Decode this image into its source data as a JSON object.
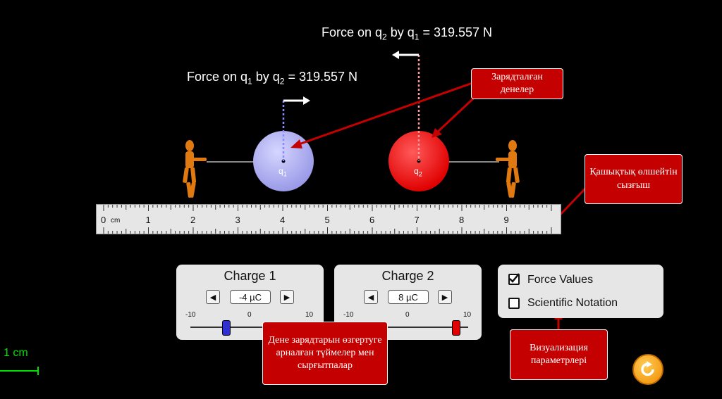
{
  "forces": {
    "q2_label_prefix": "Force on q",
    "q2_sub_a": "2",
    "q2_mid": " by q",
    "q2_sub_b": "1",
    "q2_value": " = 319.557 N",
    "q1_label_prefix": "Force on q",
    "q1_sub_a": "1",
    "q1_mid": " by q",
    "q1_sub_b": "2",
    "q1_value": " = 319.557 N"
  },
  "charges": {
    "q1_label": "q",
    "q1_sub": "1",
    "q2_label": "q",
    "q2_sub": "2",
    "q1_color": "#a8a8f0",
    "q2_color": "#ee0000"
  },
  "ruler": {
    "ticks": [
      "0",
      "1",
      "2",
      "3",
      "4",
      "5",
      "6",
      "7",
      "8",
      "9"
    ],
    "unit": "cm"
  },
  "charge1_panel": {
    "title": "Charge 1",
    "value": "-4 µC",
    "slider_min": "-10",
    "slider_mid": "0",
    "slider_max": "10",
    "slider_value": -4
  },
  "charge2_panel": {
    "title": "Charge 2",
    "value": "8 µC",
    "slider_min": "-10",
    "slider_mid": "0",
    "slider_max": "10",
    "slider_value": 8
  },
  "options": {
    "force_values": "Force Values",
    "force_values_checked": true,
    "scientific_notation": "Scientific Notation",
    "scientific_notation_checked": false
  },
  "scale": {
    "label": "1 cm"
  },
  "callouts": {
    "charged_bodies": "Зарядталған денелер",
    "ruler": "Қашықтық өлшейтін сызғыш",
    "controls": "Дене зарядтарын өзгертуге арналған түймелер мен сырғытпалар",
    "visualization": "Визуализация параметрлері"
  }
}
